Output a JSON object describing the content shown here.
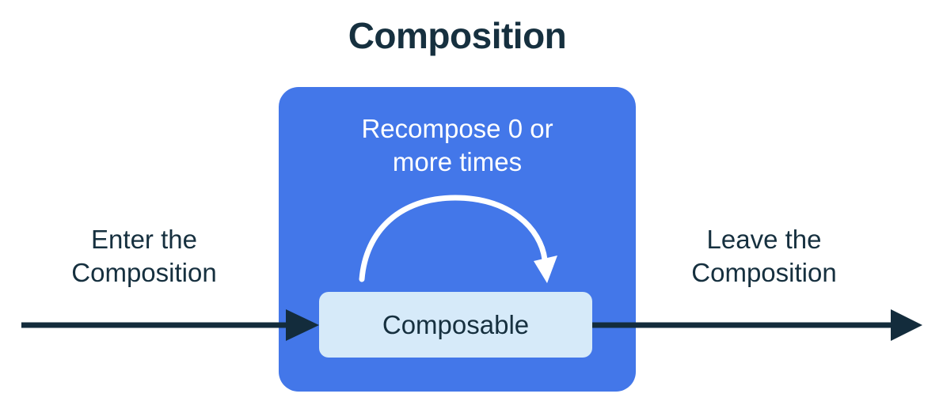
{
  "title": "Composition",
  "flow": {
    "enter_label": "Enter the Composition",
    "leave_label": "Leave the Composition"
  },
  "composition_box": {
    "recompose_label": "Recompose 0 or more times",
    "composable_label": "Composable"
  },
  "icons": {
    "enter_arrow": "right-arrow",
    "leave_arrow": "right-arrow",
    "recompose_arrow": "curved-loop-arrow"
  },
  "colors": {
    "background": "#ffffff",
    "composition_box": "#4377E9",
    "composable_box": "#D6EAF9",
    "dark_text": "#16303F",
    "arrow": "#132C3C",
    "white_text": "#ffffff"
  }
}
